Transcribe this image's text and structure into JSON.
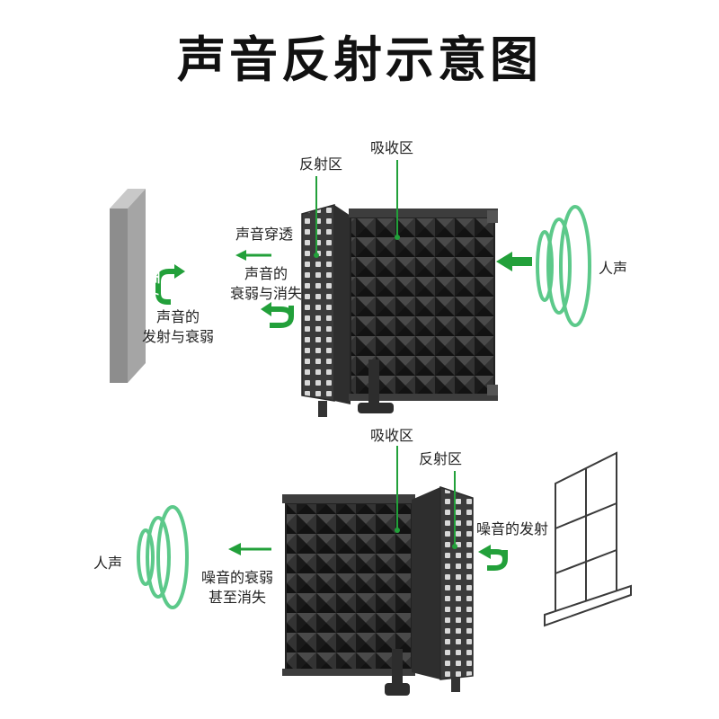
{
  "title": "声音反射示意图",
  "top": {
    "wall_label": "墙面 / Wall",
    "reflect_zone": "反射区",
    "absorb_zone": "吸收区",
    "penetrate": "声音穿透",
    "attenuate_line1": "声音的",
    "attenuate_line2": "衰弱与消失",
    "wall_reflect_line1": "声音的",
    "wall_reflect_line2": "发射与衰弱",
    "voice": "人声"
  },
  "bottom": {
    "absorb_zone": "吸收区",
    "reflect_zone": "反射区",
    "noise_reflect": "噪音的发射",
    "noise_attenuate_line1": "噪音的衰弱",
    "noise_attenuate_line2": "甚至消失",
    "voice": "人声"
  },
  "colors": {
    "arrow_green": "#22a03a",
    "wave_green": "#5cc98a",
    "foam_dark": "#2b2b2b",
    "frame_gray": "#3d3d3d",
    "wall_gray": "#8d8d8d"
  }
}
